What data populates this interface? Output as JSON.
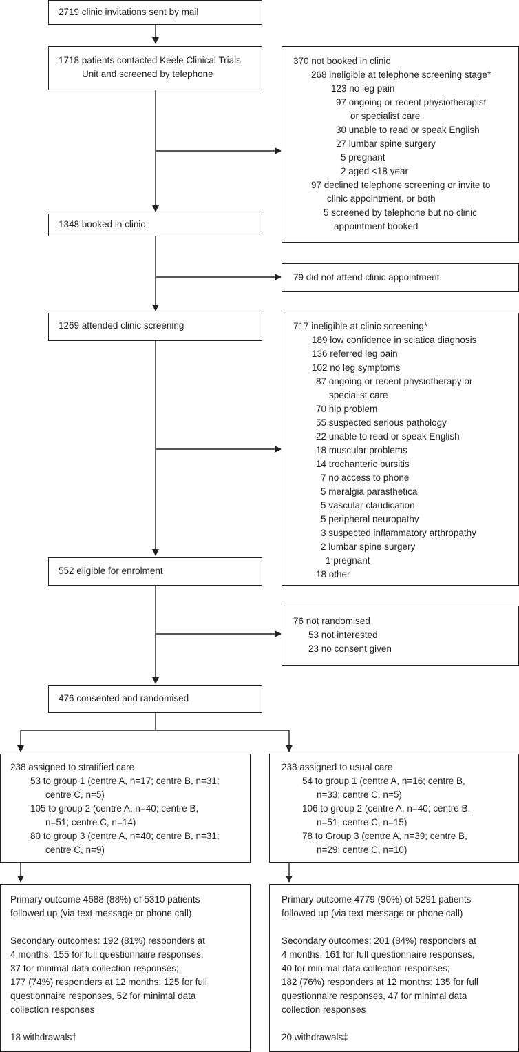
{
  "boxes": {
    "invitations": [
      "2719 clinic invitations sent by mail"
    ],
    "contacted": [
      "1718 patients contacted Keele Clinical Trials",
      "Unit and screened by telephone"
    ],
    "not_booked": [
      "370 not booked in clinic",
      "268 ineligible at telephone screening stage*",
      "123 no leg pain",
      "97 ongoing or recent physiotherapist",
      "or specialist care",
      "30 unable to read or speak English",
      "27 lumbar spine surgery",
      "5 pregnant",
      "2 aged <18 year",
      "97 declined telephone screening or invite to",
      "clinic appointment, or both",
      "5 screened by telephone but no clinic",
      "appointment booked"
    ],
    "booked": [
      "1348 booked in clinic"
    ],
    "did_not_attend": [
      "79 did not attend clinic appointment"
    ],
    "attended": [
      "1269 attended clinic screening"
    ],
    "ineligible_clinic": [
      "717 ineligible at clinic screening*",
      "189 low confidence in sciatica diagnosis",
      "136 referred leg pain",
      "102 no leg symptoms",
      "87 ongoing or recent physiotherapy or",
      "specialist care",
      "70 hip problem",
      "55 suspected serious pathology",
      "22 unable to read or speak English",
      "18 muscular problems",
      "14 trochanteric bursitis",
      "7 no access to phone",
      "5 meralgia parasthetica",
      "5 vascular claudication",
      "5 peripheral neuropathy",
      "3 suspected inflammatory arthropathy",
      "2 lumbar spine surgery",
      "1 pregnant",
      "18 other"
    ],
    "eligible": [
      "552 eligible for enrolment"
    ],
    "not_randomised": [
      "76 not randomised",
      "53 not interested",
      "23 no consent given"
    ],
    "randomised": [
      "476 consented and randomised"
    ],
    "stratified": [
      "238 assigned to stratified care",
      "53 to group 1 (centre A, n=17; centre B, n=31;",
      "centre C, n=5)",
      "105 to group 2 (centre A, n=40; centre B,",
      "n=51; centre C, n=14)",
      "80 to group 3 (centre A, n=40; centre B, n=31;",
      "centre C, n=9)"
    ],
    "usual": [
      "238 assigned to usual care",
      "54 to group 1 (centre A, n=16; centre B,",
      "n=33; centre C, n=5)",
      "106 to group 2 (centre A, n=40; centre B,",
      "n=51; centre C, n=15)",
      "78 to Group 3 (centre A, n=39; centre B,",
      "n=29; centre C, n=10)"
    ],
    "outcome_stratified": [
      "Primary outcome 4688 (88%) of 5310 patients",
      "followed up (via text message or phone call)",
      "Secondary outcomes: 192 (81%) responders at",
      "4 months: 155 for full questionnaire responses,",
      "37 for minimal data collection responses;",
      "177 (74%) responders at 12 months: 125 for full",
      "questionnaire responses, 52 for minimal data",
      "collection responses",
      "18 withdrawals†"
    ],
    "outcome_usual": [
      "Primary outcome 4779 (90%) of 5291 patients",
      "followed up (via text message or phone call)",
      "Secondary outcomes: 201 (84%) responders at",
      "4 months: 161 for full questionnaire responses,",
      "40 for minimal data collection responses;",
      "182 (76%) responders at 12 months: 135 for full",
      "questionnaire responses, 47 for minimal data",
      "collection responses",
      "20 withdrawals‡"
    ]
  }
}
